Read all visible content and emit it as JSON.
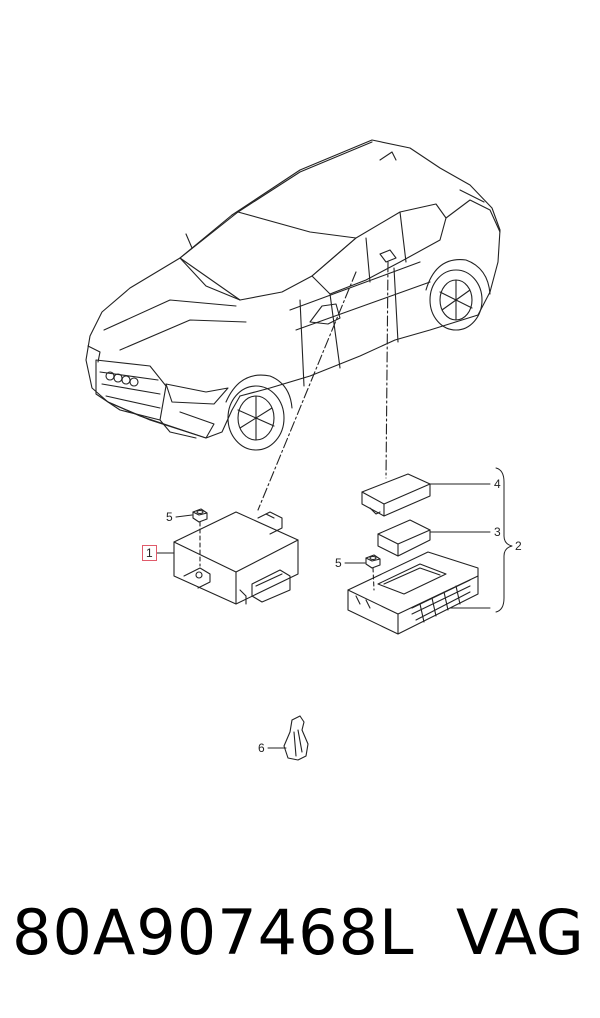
{
  "callouts": {
    "part_1": "1",
    "part_2": "2",
    "part_3": "3",
    "part_4": "4",
    "part_5_left": "5",
    "part_5_right": "5",
    "part_6": "6"
  },
  "footer": {
    "part_number": "80A907468L",
    "brand": "VAG"
  },
  "colors": {
    "line": "#222222",
    "highlight_box": "#e05a6a",
    "background": "#ffffff"
  }
}
